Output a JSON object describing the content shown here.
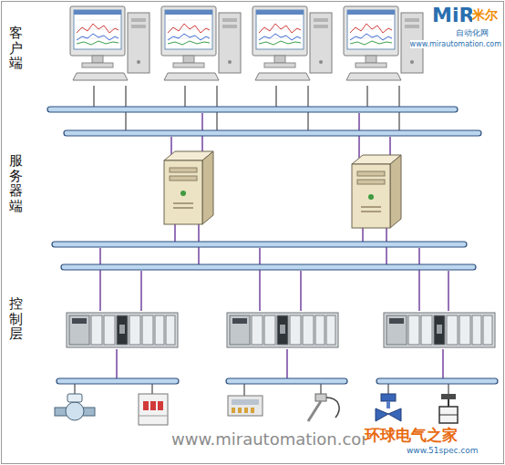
{
  "diagram": {
    "labels": [
      "客户端",
      "服务器端",
      "控制层",
      "MiR",
      "米尔",
      "自动化网",
      "www.mirautomation.com",
      "www.mirautomation.com",
      "环球电气之家",
      "www.51spec.com"
    ]
  }
}
